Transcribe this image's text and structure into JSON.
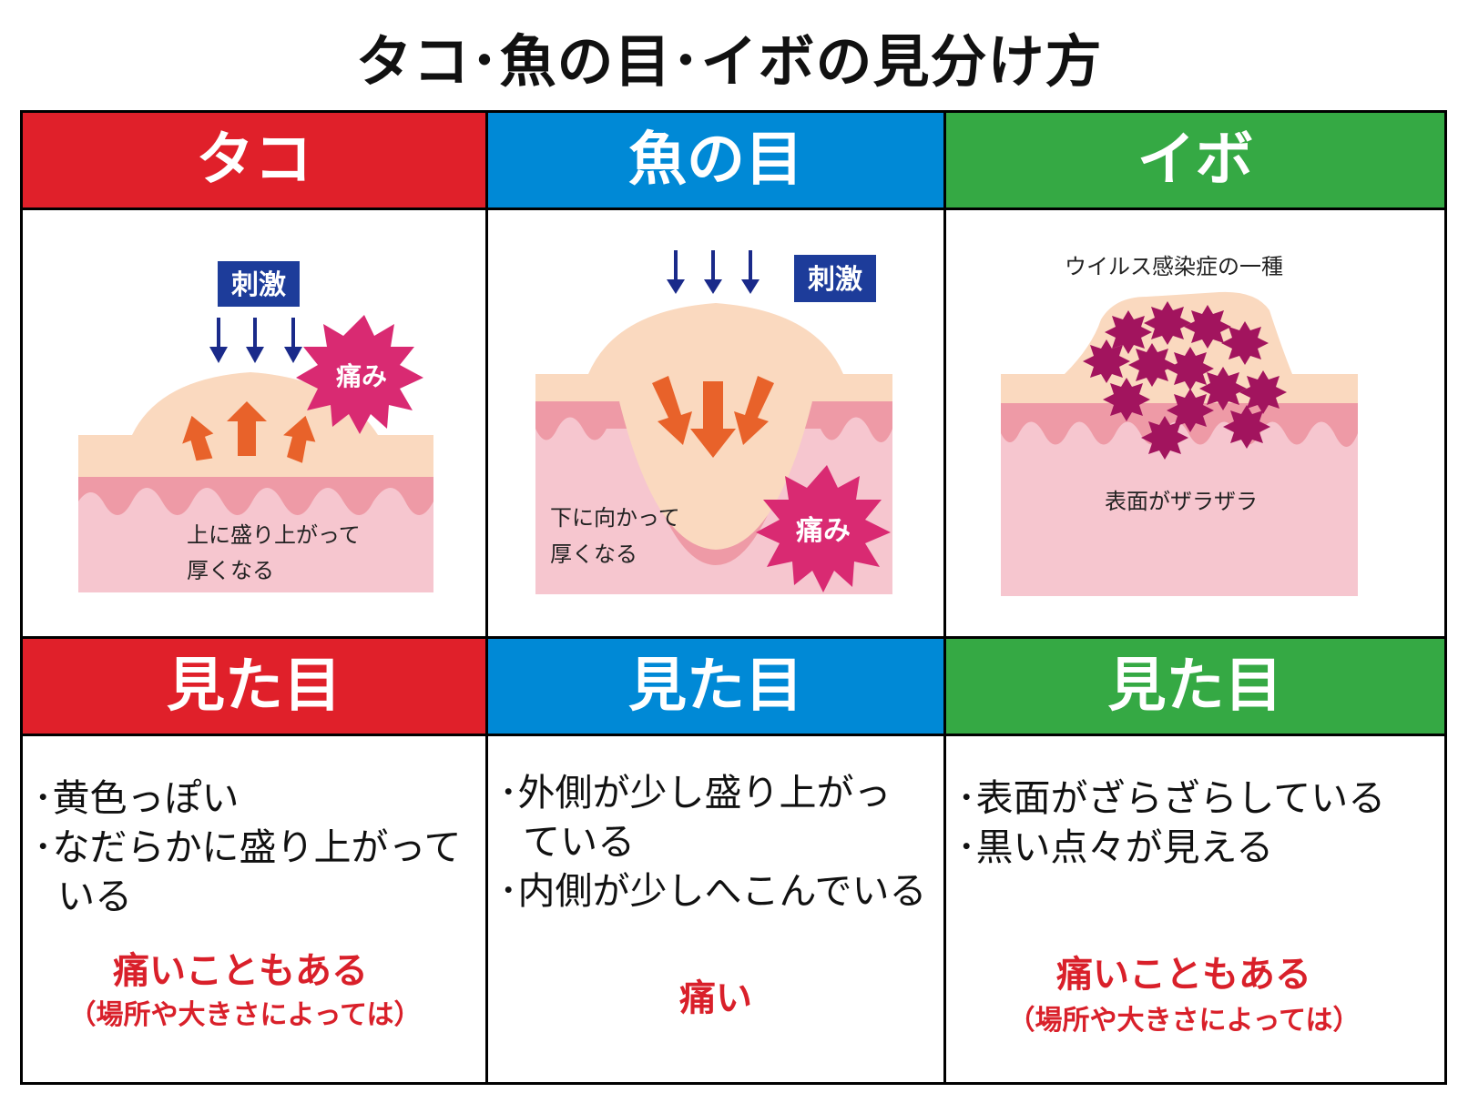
{
  "title": "タコ･魚の目･イボの見分け方",
  "columns": [
    {
      "header": "タコ",
      "color": "#e0202a",
      "stimulus_label": "刺激",
      "pain_label": "痛み",
      "caption_lines": [
        "上に盛り上がって",
        "厚くなる"
      ],
      "look_header": "見た目",
      "look_lines": [
        "･黄色っぽい",
        "･なだらかに盛り上がって",
        "  いる"
      ],
      "pain_note": "痛いこともある",
      "pain_sub": "（場所や大きさによっては）"
    },
    {
      "header": "魚の目",
      "color": "#0089d6",
      "stimulus_label": "刺激",
      "pain_label": "痛み",
      "caption_lines": [
        "下に向かって",
        "厚くなる"
      ],
      "look_header": "見た目",
      "look_lines": [
        "･外側が少し盛り上がっ",
        "  ている",
        "･内側が少しへこんでいる"
      ],
      "pain_note": "痛い"
    },
    {
      "header": "イボ",
      "color": "#35a944",
      "illus_label": "ウイルス感染症の一種",
      "caption_lines": [
        "表面がザラザラ"
      ],
      "look_header": "見た目",
      "look_lines": [
        "･表面がざらざらしている",
        "･黒い点々が見える"
      ],
      "pain_note": "痛いこともある",
      "pain_sub": "（場所や大きさによっては）"
    }
  ],
  "icons": [
    "down-arrow-icon",
    "up-arrow-icon",
    "pain-burst-icon",
    "virus-icon"
  ]
}
